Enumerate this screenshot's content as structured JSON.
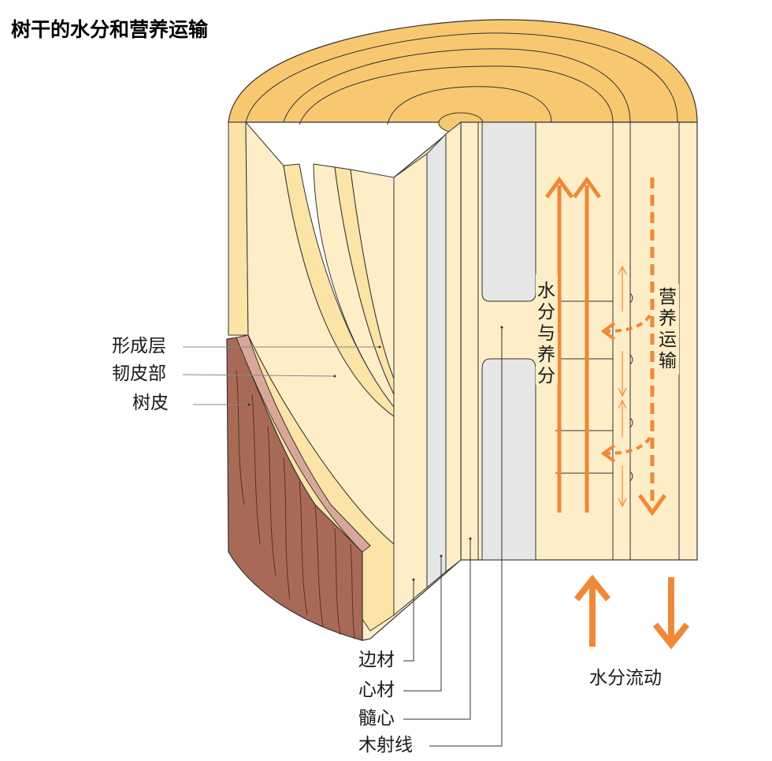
{
  "title": "树干的水分和营养运输",
  "labels": {
    "cambium": "形成层",
    "phloem": "韧皮部",
    "bark": "树皮",
    "sapwood": "边材",
    "heartwood": "心材",
    "pith": "髓心",
    "wood_ray": "木射线",
    "water_nutrient_1": "水",
    "water_nutrient_2": "分",
    "water_nutrient_3": "与",
    "water_nutrient_4": "养",
    "water_nutrient_5": "分",
    "nutrient_transport_1": "营",
    "nutrient_transport_2": "养",
    "nutrient_transport_3": "运",
    "nutrient_transport_4": "输",
    "water_flow": "水分流动"
  },
  "colors": {
    "wood_light": "#fdeec8",
    "wood_mid": "#fce3a6",
    "wood_top": "#f8c870",
    "bark": "#a86a56",
    "bark_edge": "#d9a79a",
    "ray_grey": "#e6e6e6",
    "arrow_orange": "#f08838"
  }
}
